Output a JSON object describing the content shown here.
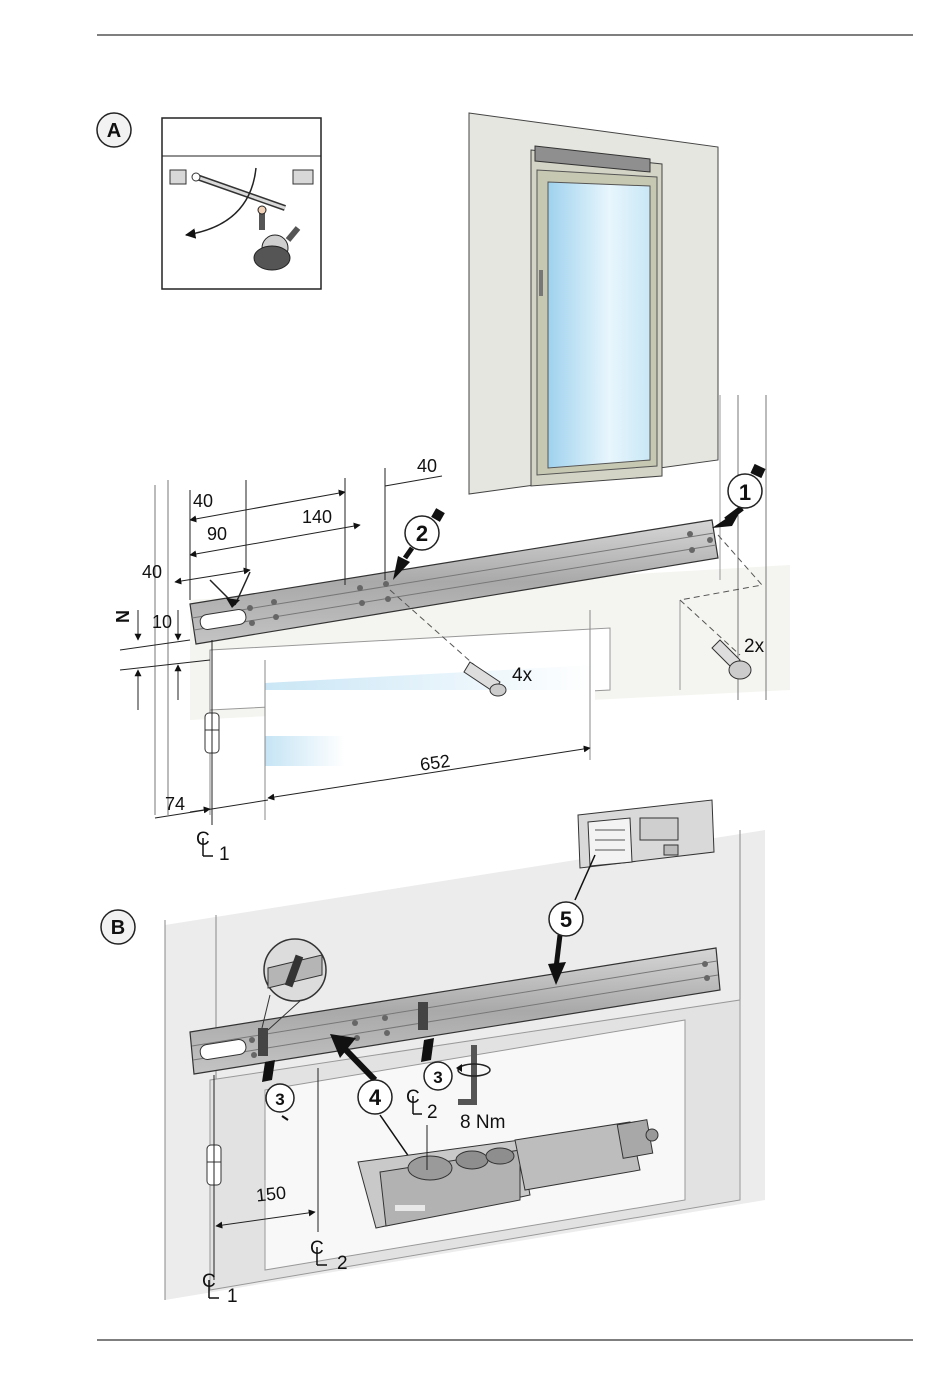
{
  "sections": {
    "a_label": "A",
    "b_label": "B"
  },
  "steps": {
    "one": "1",
    "two": "2",
    "three_left": "3",
    "three_right": "3",
    "four": "4",
    "five": "5"
  },
  "dimensions": {
    "top_40": "40",
    "d40": "40",
    "d140": "140",
    "d90": "90",
    "side_40": "40",
    "d10": "10",
    "n": "N",
    "d74": "74",
    "d652": "652",
    "d150": "150"
  },
  "quantities": {
    "screws_2x": "2x",
    "anchors_4x": "4x",
    "torque": "8 Nm"
  },
  "centerlines": {
    "cl1_top": "1",
    "cl1_bottom": "1",
    "cl2_mid": "2",
    "cl2_bottom": "2"
  },
  "colors": {
    "rule": "#555555",
    "wall": "#e6e6e0",
    "profile": "#b9b9b9",
    "glass": "#bfe3f5"
  }
}
